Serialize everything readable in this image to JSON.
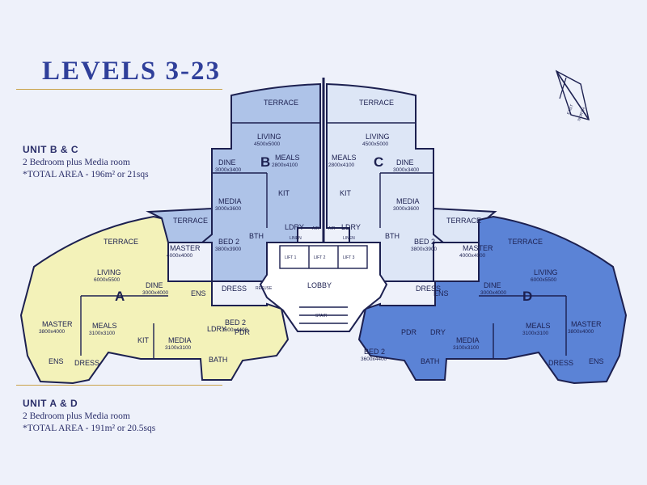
{
  "title": "LEVELS 3-23",
  "unit_bc": {
    "name": "UNIT B & C",
    "desc": "2 Bedroom plus Media room",
    "area": "*TOTAL AREA - 196m² or 21sqs"
  },
  "unit_ad": {
    "name": "UNIT A & D",
    "desc": "2 Bedroom plus Media room",
    "area": "*TOTAL AREA - 191m² or 20.5sqs"
  },
  "compass": {
    "north": "NORTH",
    "east": "EAST"
  },
  "colors": {
    "unit_bc": "#aec3e8",
    "unit_b_c_alt": "#dde6f6",
    "unit_a": "#f3f2b9",
    "unit_d": "#5b83d6",
    "walls": "#1c2050"
  },
  "core": {
    "lobby": "LOBBY",
    "lifts": [
      "LIFT 1",
      "LIFT 2",
      "LIFT 3"
    ],
    "refuse": "REFUSE",
    "linen": "LINEN",
    "air": "AIR",
    "stair": "STAIR"
  },
  "units": {
    "b": {
      "letter": "B",
      "rooms": [
        {
          "name": "TERRACE",
          "dim": ""
        },
        {
          "name": "LIVING",
          "dim": "4500x5000"
        },
        {
          "name": "MEALS",
          "dim": "2800x4100"
        },
        {
          "name": "DINE",
          "dim": "3000x3400"
        },
        {
          "name": "KIT",
          "dim": ""
        },
        {
          "name": "MEDIA",
          "dim": "3000x3600"
        },
        {
          "name": "TERRACE",
          "dim": ""
        },
        {
          "name": "LDRY",
          "dim": ""
        },
        {
          "name": "MASTER",
          "dim": "4000x4000"
        },
        {
          "name": "BED 2",
          "dim": "3800x3900"
        },
        {
          "name": "BTH",
          "dim": ""
        },
        {
          "name": "ENS",
          "dim": ""
        },
        {
          "name": "DRESS",
          "dim": ""
        }
      ]
    },
    "c": {
      "letter": "C",
      "rooms": [
        {
          "name": "TERRACE",
          "dim": ""
        },
        {
          "name": "LIVING",
          "dim": "4500x5000"
        },
        {
          "name": "MEALS",
          "dim": "2800x4100"
        },
        {
          "name": "DINE",
          "dim": "3000x3400"
        },
        {
          "name": "KIT",
          "dim": ""
        },
        {
          "name": "MEDIA",
          "dim": "3000x3600"
        },
        {
          "name": "TERRACE",
          "dim": ""
        },
        {
          "name": "LDRY",
          "dim": ""
        },
        {
          "name": "MASTER",
          "dim": "4000x4000"
        },
        {
          "name": "BED 2",
          "dim": "3800x3900"
        },
        {
          "name": "BTH",
          "dim": ""
        },
        {
          "name": "ENS",
          "dim": ""
        },
        {
          "name": "DRESS",
          "dim": ""
        }
      ]
    },
    "a": {
      "letter": "A",
      "rooms": [
        {
          "name": "TERRACE",
          "dim": ""
        },
        {
          "name": "LIVING",
          "dim": "6000x5500"
        },
        {
          "name": "DINE",
          "dim": "3000x4000"
        },
        {
          "name": "MASTER",
          "dim": "3800x4000"
        },
        {
          "name": "MEALS",
          "dim": "3100x3100"
        },
        {
          "name": "KIT",
          "dim": ""
        },
        {
          "name": "MEDIA",
          "dim": "3100x3100"
        },
        {
          "name": "BED 2",
          "dim": "3600x4400"
        },
        {
          "name": "ENS",
          "dim": ""
        },
        {
          "name": "DRESS",
          "dim": ""
        },
        {
          "name": "LDRY",
          "dim": ""
        },
        {
          "name": "PDR",
          "dim": ""
        },
        {
          "name": "BATH",
          "dim": ""
        }
      ]
    },
    "d": {
      "letter": "D",
      "rooms": [
        {
          "name": "TERRACE",
          "dim": ""
        },
        {
          "name": "LIVING",
          "dim": "6000x5500"
        },
        {
          "name": "DINE",
          "dim": "3000x4000"
        },
        {
          "name": "MASTER",
          "dim": "3800x4000"
        },
        {
          "name": "MEALS",
          "dim": "3100x3100"
        },
        {
          "name": "MEDIA",
          "dim": "3100x3100"
        },
        {
          "name": "BED 2",
          "dim": "3600x4400"
        },
        {
          "name": "ENS",
          "dim": ""
        },
        {
          "name": "DRESS",
          "dim": ""
        },
        {
          "name": "DRY",
          "dim": ""
        },
        {
          "name": "PDR",
          "dim": ""
        },
        {
          "name": "BATH",
          "dim": ""
        }
      ]
    }
  }
}
